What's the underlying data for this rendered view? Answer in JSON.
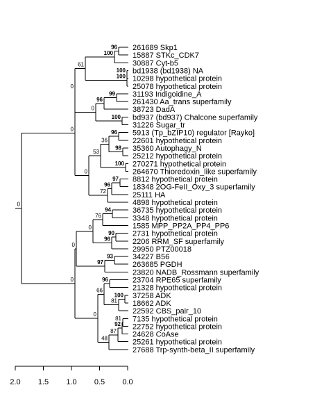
{
  "leaves": [
    {
      "id": "L1",
      "label": "261689 Skp1"
    },
    {
      "id": "L2",
      "label": "15887 STKc_CDK7"
    },
    {
      "id": "L3",
      "label": "30887 Cyt-b5"
    },
    {
      "id": "L4",
      "label": "bd1938 (bd1938) NA"
    },
    {
      "id": "L5",
      "label": "10298 hypothetical protein"
    },
    {
      "id": "L6",
      "label": "25078 hypothetical protein"
    },
    {
      "id": "L7",
      "label": "31193 Indigoidine_A"
    },
    {
      "id": "L8",
      "label": "261430 Aa_trans superfamily"
    },
    {
      "id": "L9",
      "label": "38723 DadA"
    },
    {
      "id": "L10",
      "label": "bd937 (bd937) Chalcone superfamily"
    },
    {
      "id": "L11",
      "label": "31226 Sugar_tr"
    },
    {
      "id": "L12",
      "label": "5913 (Tp_bZIP10) regulator [Rayko]"
    },
    {
      "id": "L13",
      "label": "22601 hypothetical protein"
    },
    {
      "id": "L14",
      "label": "35360 Autophagy_N"
    },
    {
      "id": "L15",
      "label": "25212 hypothetical protein"
    },
    {
      "id": "L16",
      "label": "270271 hypothetical protein"
    },
    {
      "id": "L17",
      "label": "264670 Thioredoxin_like superfamily"
    },
    {
      "id": "L18",
      "label": "8812 hypothetical protein"
    },
    {
      "id": "L19",
      "label": "18348 2OG-FeII_Oxy_3 superfamily"
    },
    {
      "id": "L20",
      "label": "25111 HA"
    },
    {
      "id": "L21",
      "label": "4898 hypothetical protein"
    },
    {
      "id": "L22",
      "label": "36735 hypothetical protein"
    },
    {
      "id": "L23",
      "label": "3348 hypothetical protein"
    },
    {
      "id": "L24",
      "label": "1585 MPP_PP2A_PP4_PP6"
    },
    {
      "id": "L25",
      "label": "2731 hypothetical protein"
    },
    {
      "id": "L26",
      "label": "2206 RRM_SF superfamily"
    },
    {
      "id": "L27",
      "label": "29950 PTZ00018"
    },
    {
      "id": "L28",
      "label": "34227 B56"
    },
    {
      "id": "L29",
      "label": "263685 PGDH"
    },
    {
      "id": "L30",
      "label": "23820 NADB_Rossmann superfamily"
    },
    {
      "id": "L31",
      "label": "23704 RPE65 superfamily"
    },
    {
      "id": "L32",
      "label": "21328 hypothetical protein"
    },
    {
      "id": "L33",
      "label": "37258 ADK"
    },
    {
      "id": "L34",
      "label": "18662 ADK"
    },
    {
      "id": "L35",
      "label": "22592 CBS_pair_10"
    },
    {
      "id": "L36",
      "label": "7135 hypothetical protein"
    },
    {
      "id": "L37",
      "label": "22752 hypothetical protein"
    },
    {
      "id": "L38",
      "label": "24628 CoAse"
    },
    {
      "id": "L39",
      "label": "25261 hypothetical protein"
    },
    {
      "id": "L40",
      "label": "27688 Trp-synth-beta_II superfamily"
    }
  ],
  "nodes": [
    {
      "id": "N_skp_cdk",
      "support": "96",
      "strong": true,
      "children": [
        "L1",
        "L2"
      ]
    },
    {
      "id": "N_100a",
      "support": "100",
      "strong": true,
      "children": [
        "N_skp_cdk",
        "L3"
      ]
    },
    {
      "id": "N_100b",
      "support": "100",
      "strong": true,
      "children": [
        "L4",
        "L5"
      ]
    },
    {
      "id": "N_100c",
      "support": "100",
      "strong": true,
      "children": [
        "N_100b",
        "L6"
      ]
    },
    {
      "id": "N_61",
      "support": "61",
      "strong": false,
      "children": [
        "N_100a",
        "N_100c"
      ]
    },
    {
      "id": "N_99",
      "support": "99",
      "strong": true,
      "children": [
        "L7",
        "L8"
      ]
    },
    {
      "id": "N_96b",
      "support": "96",
      "strong": true,
      "children": [
        "N_99",
        "L9"
      ]
    },
    {
      "id": "N_100d",
      "support": "100",
      "strong": true,
      "children": [
        "L10",
        "L11"
      ]
    },
    {
      "id": "N_0a",
      "support": "0",
      "strong": false,
      "children": [
        "N_96b",
        "N_100d"
      ]
    },
    {
      "id": "N_0b",
      "support": "0",
      "strong": false,
      "children": [
        "N_61",
        "N_0a"
      ]
    },
    {
      "id": "N_96c",
      "support": "96",
      "strong": true,
      "children": [
        "L12",
        "L13"
      ]
    },
    {
      "id": "N_98",
      "support": "98",
      "strong": true,
      "children": [
        "L14",
        "L15"
      ]
    },
    {
      "id": "N_36",
      "support": "36",
      "strong": false,
      "children": [
        "N_96c",
        "N_98"
      ]
    },
    {
      "id": "N_100e",
      "support": "100",
      "strong": true,
      "children": [
        "L16",
        "L17"
      ]
    },
    {
      "id": "N_53",
      "support": "53",
      "strong": false,
      "children": [
        "N_36",
        "N_100e"
      ]
    },
    {
      "id": "N_97a",
      "support": "97",
      "strong": true,
      "children": [
        "L18",
        "L19"
      ]
    },
    {
      "id": "N_96d",
      "support": "96",
      "strong": true,
      "children": [
        "N_97a",
        "L20"
      ]
    },
    {
      "id": "N_72",
      "support": "72",
      "strong": false,
      "children": [
        "N_96d",
        "L21"
      ]
    },
    {
      "id": "N_0c",
      "support": "0",
      "strong": false,
      "children": [
        "N_53",
        "N_72"
      ]
    },
    {
      "id": "N_0d",
      "support": "0",
      "strong": false,
      "children": [
        "N_0b",
        "N_0c"
      ]
    },
    {
      "id": "N_94",
      "support": "94",
      "strong": true,
      "children": [
        "L22",
        "L23"
      ]
    },
    {
      "id": "N_76",
      "support": "76",
      "strong": false,
      "children": [
        "N_94",
        "L24"
      ]
    },
    {
      "id": "N_90",
      "support": "90",
      "strong": true,
      "children": [
        "L25",
        "L26"
      ]
    },
    {
      "id": "N_96e",
      "support": "96",
      "strong": true,
      "children": [
        "N_90",
        "L27"
      ]
    },
    {
      "id": "N_0e",
      "support": "0",
      "strong": false,
      "children": [
        "N_76",
        "N_96e"
      ]
    },
    {
      "id": "N_93",
      "support": "93",
      "strong": true,
      "children": [
        "L28",
        "L29"
      ]
    },
    {
      "id": "N_97b",
      "support": "97",
      "strong": true,
      "children": [
        "N_93",
        "L30"
      ]
    },
    {
      "id": "N_0f",
      "support": "0",
      "strong": false,
      "children": [
        "N_0e",
        "N_97b"
      ]
    },
    {
      "id": "N_96f",
      "support": "96",
      "strong": true,
      "children": [
        "L31",
        "L32"
      ]
    },
    {
      "id": "N_100f",
      "support": "100",
      "strong": true,
      "children": [
        "L33",
        "L34"
      ]
    },
    {
      "id": "N_81a",
      "support": "81",
      "strong": false,
      "children": [
        "N_100f",
        "L35"
      ]
    },
    {
      "id": "N_66",
      "support": "66",
      "strong": false,
      "children": [
        "N_96f",
        "N_81a"
      ]
    },
    {
      "id": "N_81b",
      "support": "81",
      "strong": false,
      "children": [
        "L36",
        "L37"
      ]
    },
    {
      "id": "N_92",
      "support": "92",
      "strong": true,
      "children": [
        "N_81b",
        "L38"
      ]
    },
    {
      "id": "N_87",
      "support": "87",
      "strong": false,
      "children": [
        "N_92",
        "L39"
      ]
    },
    {
      "id": "N_48",
      "support": "48",
      "strong": false,
      "children": [
        "N_87",
        "L40"
      ]
    },
    {
      "id": "N_0g",
      "support": "0",
      "strong": false,
      "children": [
        "N_66",
        "N_48"
      ]
    },
    {
      "id": "N_0h",
      "support": "0",
      "strong": false,
      "children": [
        "N_0f",
        "N_0g"
      ]
    },
    {
      "id": "N_root",
      "support": "0",
      "strong": false,
      "children": [
        "N_0d",
        "N_0h"
      ]
    }
  ],
  "axis": {
    "ticks": [
      "2.0",
      "1.5",
      "1.0",
      "0.5",
      "0.0"
    ]
  }
}
